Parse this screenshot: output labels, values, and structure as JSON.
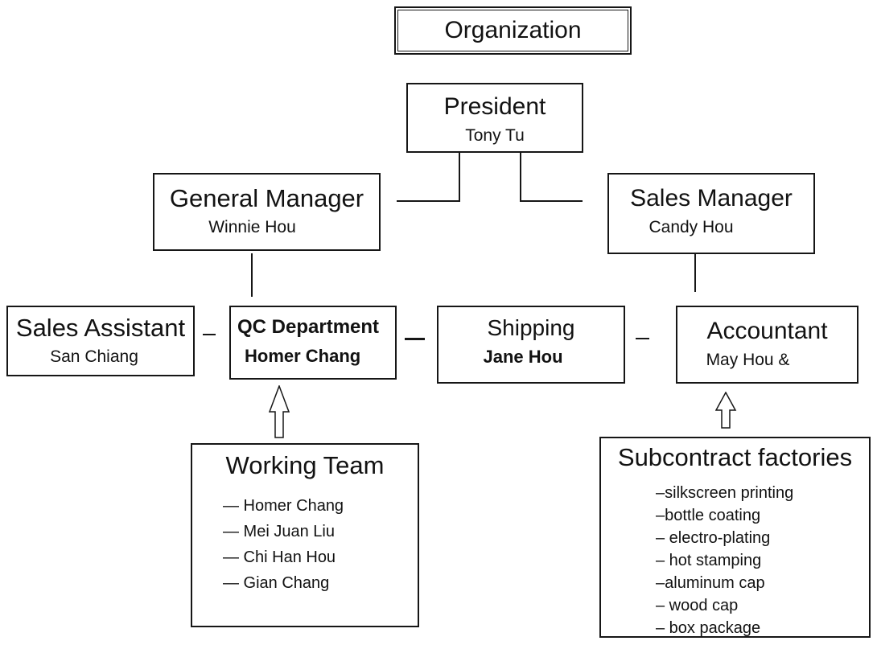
{
  "diagram": {
    "title": "Organization"
  },
  "nodes": {
    "president": {
      "title": "President",
      "name": "Tony Tu"
    },
    "general_manager": {
      "title": "General Manager",
      "name": "Winnie Hou"
    },
    "sales_manager": {
      "title": "Sales Manager",
      "name": "Candy Hou"
    },
    "sales_assistant": {
      "title": "Sales Assistant",
      "name": "San Chiang"
    },
    "qc_department": {
      "title": "QC Department",
      "name": "Homer Chang"
    },
    "shipping": {
      "title": "Shipping",
      "name": "Jane Hou"
    },
    "accountant": {
      "title": "Accountant",
      "name": "May Hou &"
    }
  },
  "working_team": {
    "title": "Working Team",
    "members": [
      "— Homer Chang",
      "— Mei Juan Liu",
      "— Chi Han Hou",
      "— Gian Chang"
    ]
  },
  "subcontract_factories": {
    "title": "Subcontract factories",
    "items": [
      "–silkscreen printing",
      "–bottle coating",
      "– electro-plating",
      "– hot stamping",
      "–aluminum cap",
      "– wood cap",
      "– box package"
    ]
  },
  "colors": {
    "background": "#ffffff",
    "line": "#161616",
    "text": "#121212"
  }
}
